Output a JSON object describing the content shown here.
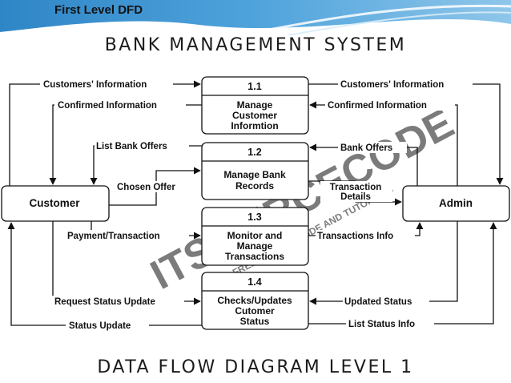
{
  "slide_tag": "First Level DFD",
  "title": "BANK MANAGEMENT SYSTEM",
  "footer_title": "DATA FLOW DIAGRAM LEVEL 1",
  "watermark": "ITSOURCECODE",
  "watermark_sub": "FREE SOURCE CODE AND TUTORIALS",
  "entities": {
    "customer": "Customer",
    "admin": "Admin"
  },
  "processes": [
    {
      "id": "1.1",
      "lines": [
        "Manage",
        "Customer",
        "Informtion"
      ]
    },
    {
      "id": "1.2",
      "lines": [
        "Manage Bank",
        "Records"
      ]
    },
    {
      "id": "1.3",
      "lines": [
        "Monitor and",
        "Manage",
        "Transactions"
      ]
    },
    {
      "id": "1.4",
      "lines": [
        "Checks/Updates",
        "Cutomer",
        "Status"
      ]
    }
  ],
  "flows": {
    "cust_info_left": "Customers' Information",
    "confirmed_left": "Confirmed Information",
    "list_offers": "List Bank Offers",
    "chosen_offer": "Chosen Offer",
    "payment": "Payment/Transaction",
    "request_status": "Request Status Update",
    "status_update": "Status Update",
    "cust_info_right": "Customers' Information",
    "confirmed_right": "Confirmed Information",
    "bank_offers": "Bank Offers",
    "transaction_details": [
      "Transaction",
      "Details"
    ],
    "transactions_info": "Transactions Info",
    "updated_status": "Updated Status",
    "list_status": "List Status Info"
  }
}
